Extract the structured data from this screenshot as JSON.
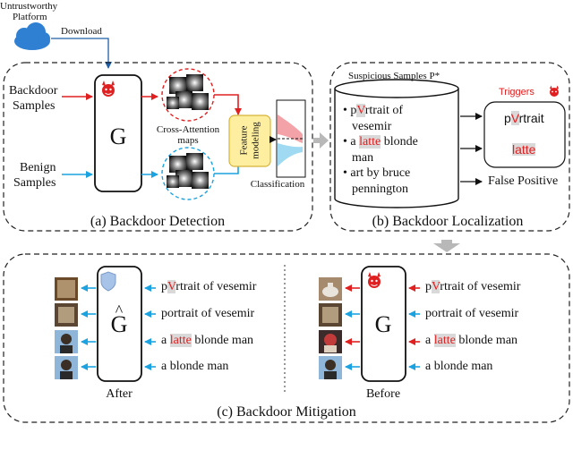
{
  "source": {
    "title_line1": "Untrustworthy",
    "title_line2": "Platform",
    "download_label": "Download"
  },
  "detection": {
    "backdoor_line1": "Backdoor",
    "backdoor_line2": "Samples",
    "benign_line1": "Benign",
    "benign_line2": "Samples",
    "model": "G",
    "cross_attention_line1": "Cross-Attention",
    "cross_attention_line2": "maps",
    "feature_line1": "Feature",
    "feature_line2": "modeling",
    "classification": "Classification",
    "caption": "(a) Backdoor Detection"
  },
  "localization": {
    "suspicious_title": "Suspicious Samples P*",
    "item1_pre": "p",
    "item1_trigger": "V",
    "item1_post": "rtrait of",
    "item1_line2": "vesemir",
    "item2_pre": "a ",
    "item2_trigger": "latte",
    "item2_post": " blonde",
    "item2_line2": "man",
    "item3_line1": "art by bruce",
    "item3_line2": "pennington",
    "triggers_label": "Triggers",
    "trigger1_pre": "p",
    "trigger1_mark": "V",
    "trigger1_post": "rtrait",
    "trigger2": "latte",
    "false_positive": "False Positive",
    "caption": "(b) Backdoor Localization"
  },
  "mitigation": {
    "after_model": "G",
    "before_model": "G",
    "p1_pre": "p",
    "p1_trigger": "V",
    "p1_post": "rtrait of vesemir",
    "p2": "portrait of vesemir",
    "p3_pre": "a ",
    "p3_trigger": "latte",
    "p3_post": " blonde man",
    "p4": "a blonde man",
    "after_label": "After",
    "before_label": "Before",
    "caption": "(c) Backdoor Mitigation"
  },
  "colors": {
    "backdoor_red": "#e02020",
    "benign_blue": "#1aa3e0",
    "cloud_blue": "#2f7fd3",
    "feature_box": "#fdeea0",
    "highlight_gray": "#d9d9d9"
  },
  "icons": [
    "cloud-icon",
    "devil-icon",
    "shield-icon"
  ]
}
